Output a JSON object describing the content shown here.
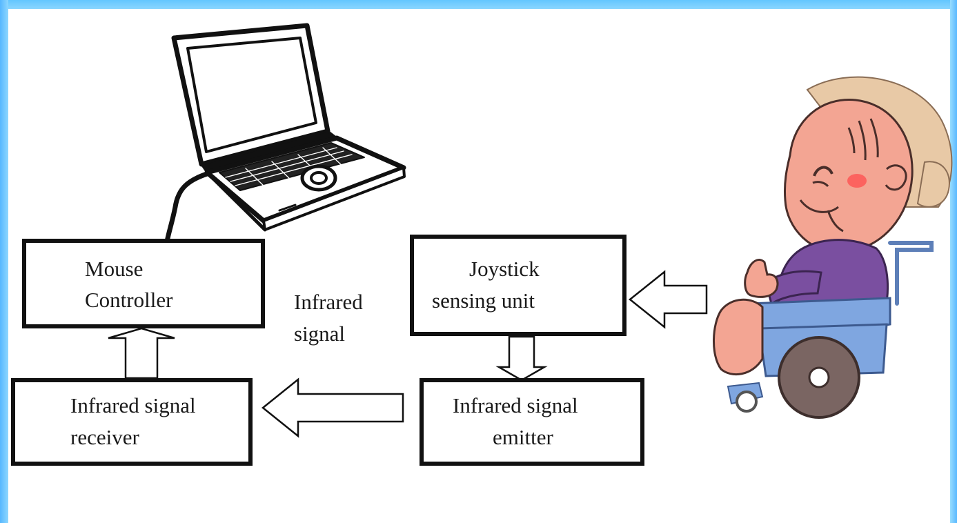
{
  "diagram": {
    "nodes": {
      "mouse_controller": {
        "line1": "Mouse",
        "line2": "Controller"
      },
      "ir_receiver": {
        "line1": "Infrared signal",
        "line2": "receiver"
      },
      "joystick_unit": {
        "line1": "Joystick",
        "line2": "sensing unit"
      },
      "ir_emitter": {
        "line1": "Infrared signal",
        "line2": "emitter"
      }
    },
    "labels": {
      "link_label_line1": "Infrared",
      "link_label_line2": "signal"
    },
    "illustrations": {
      "laptop": "laptop-icon",
      "user": "wheelchair-user-icon"
    },
    "colors": {
      "frame": "#6ec9ff",
      "box_border": "#111111",
      "wheelchair_body": "#7fa6e0",
      "shirt": "#7a4fa0",
      "skin": "#f3a593",
      "hair": "#e8c9a6",
      "wheel": "#7a6562"
    }
  }
}
